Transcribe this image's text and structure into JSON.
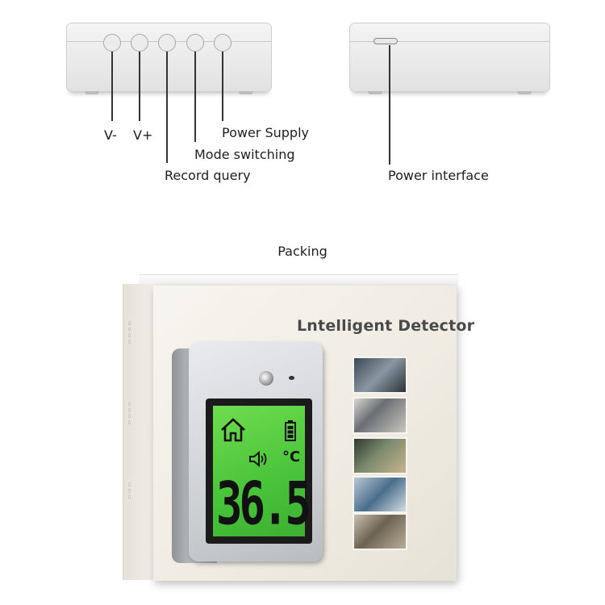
{
  "top_labels": {
    "v_minus": "V-",
    "v_plus": "V+",
    "power_supply": "Power Supply",
    "mode_switching": "Mode switching",
    "record_query": "Record query",
    "power_interface": "Power interface"
  },
  "section_title": "Packing",
  "box": {
    "title": "Lntelligent Detector",
    "display_reading": "36.5",
    "display_unit": "°C"
  },
  "colors": {
    "lcd_green": "#49c33a",
    "box_cream": "#efebe2",
    "housing_gray": "#e6e6e6"
  }
}
